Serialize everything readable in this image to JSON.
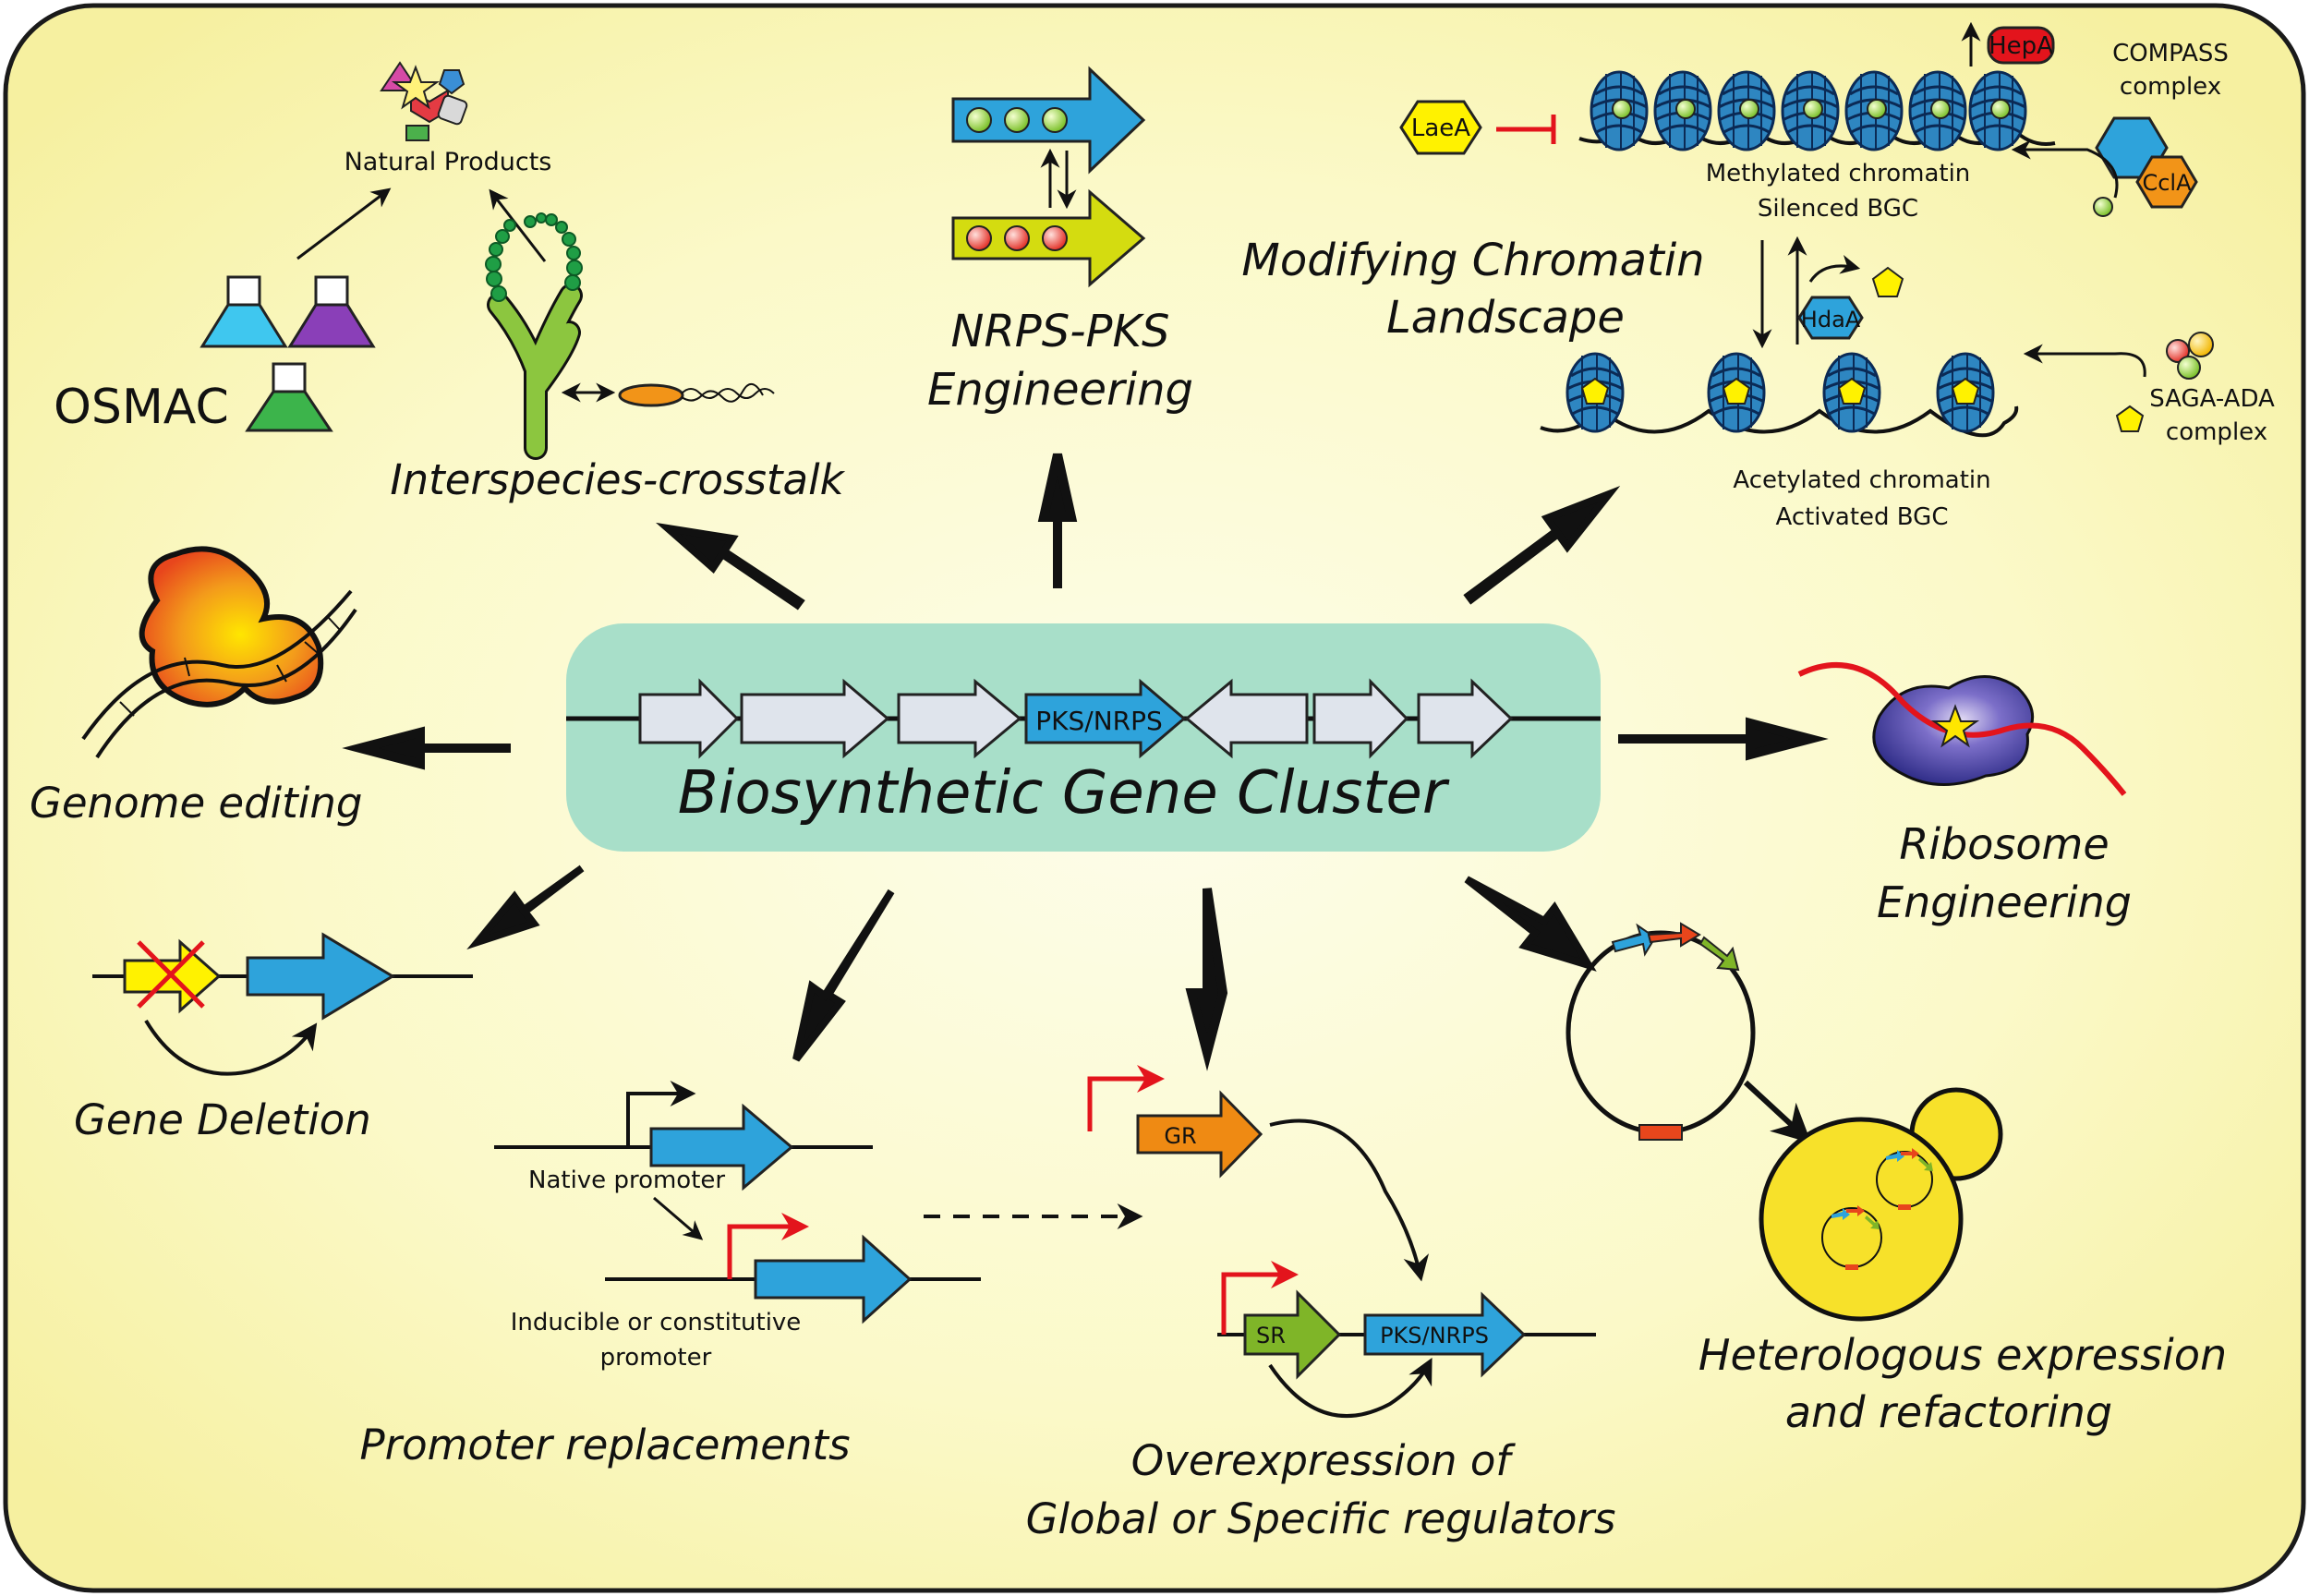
{
  "center": {
    "title": "Biosynthetic Gene Cluster",
    "gene_label": "PKS/NRPS"
  },
  "strategies": {
    "osmac": "OSMAC",
    "natural_products": "Natural Products",
    "interspecies": "Interspecies-crosstalk",
    "nrps_pks_1": "NRPS-PKS",
    "nrps_pks_2": "Engineering",
    "chromatin_1": "Modifying  Chromatin",
    "chromatin_2": "Landscape",
    "genome_editing": "Genome editing",
    "ribosome_1": "Ribosome",
    "ribosome_2": "Engineering",
    "gene_deletion": "Gene Deletion",
    "promoter_replacements": "Promoter replacements",
    "overexpression_1": "Overexpression of",
    "overexpression_2": "Global or Specific regulators",
    "heterologous_1": "Heterologous expression",
    "heterologous_2": "and refactoring"
  },
  "chromatin": {
    "laea": "LaeA",
    "hepa": "HepA",
    "compass_1": "COMPASS",
    "compass_2": "complex",
    "ccla": "CclA",
    "methylated": "Methylated chromatin",
    "silenced": "Silenced BGC",
    "hdaa": "HdaA",
    "saga_1": "SAGA-ADA",
    "saga_2": "complex",
    "acetylated": "Acetylated chromatin",
    "activated": "Activated BGC"
  },
  "promoters": {
    "native": "Native promoter",
    "inducible_1": "Inducible or constitutive",
    "inducible_2": "promoter"
  },
  "regulators": {
    "gr": "GR",
    "sr": "SR",
    "pks_nrps": "PKS/NRPS"
  },
  "colors": {
    "background_center": "#fdfde6",
    "background_edge": "#f7f3a6",
    "cluster_box": "#a8dfc9",
    "gene_blue": "#2ea3db",
    "gene_grey": "#dfe4ec",
    "nrps_yellow": "#d4dc10",
    "promoter_red": "#e3141c",
    "regulator_orange": "#ef8a13",
    "regulator_green": "#7fb528",
    "yeast_yellow": "#f7e12a",
    "ribosome_blue": "#27308a"
  }
}
